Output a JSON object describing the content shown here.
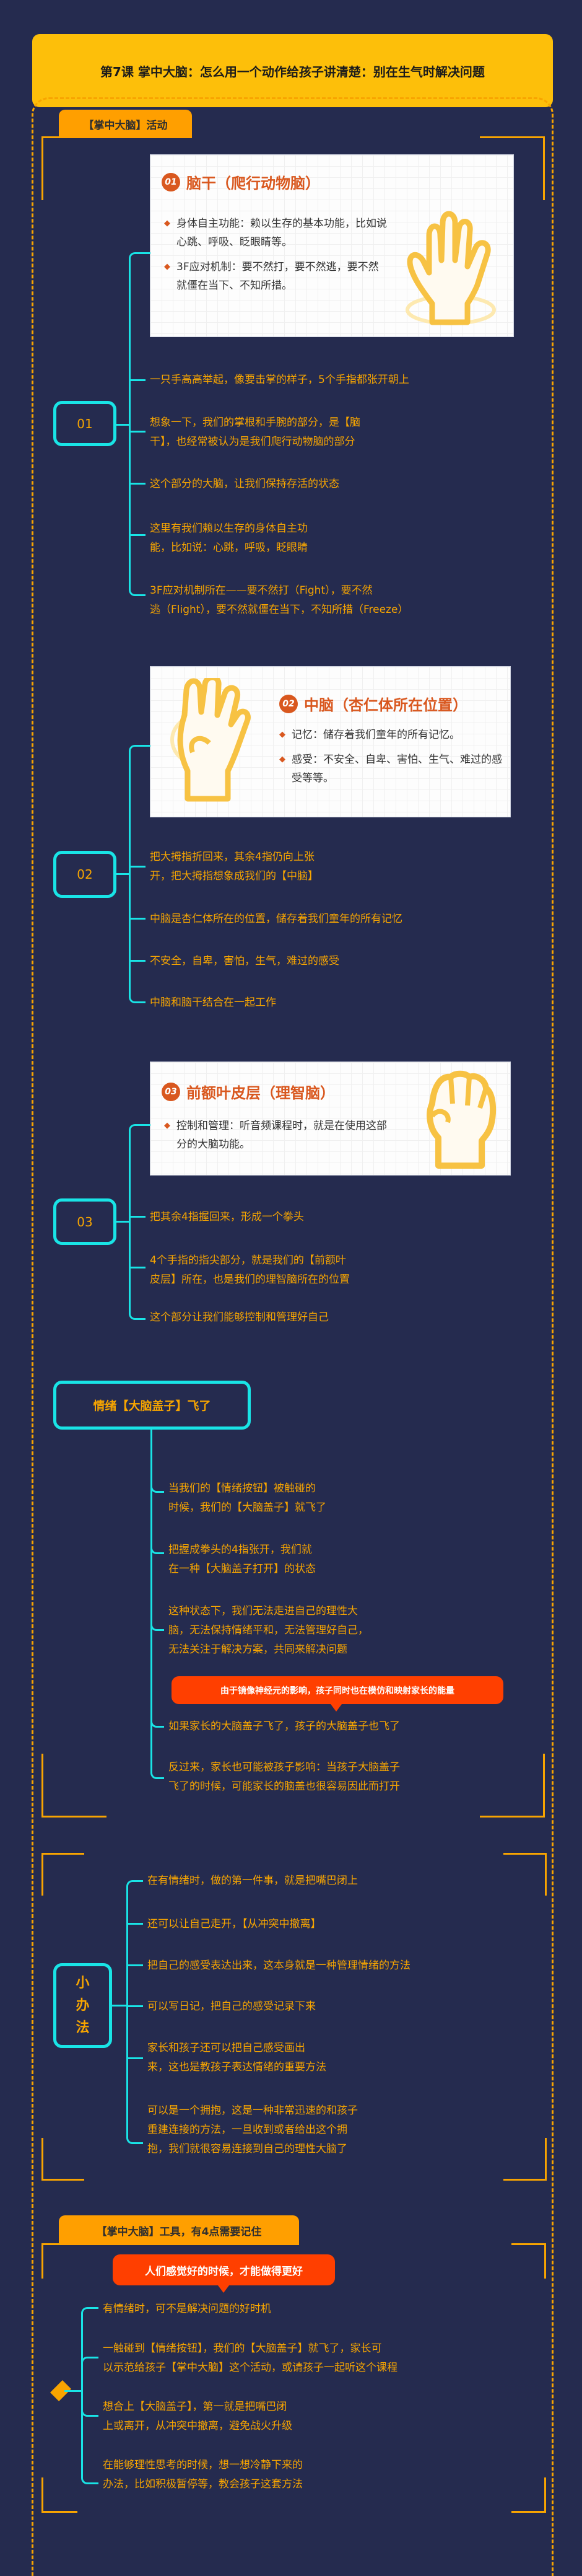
{
  "header": {
    "title": "第7课 掌中大脑：怎么用一个动作给孩子讲清楚：别在生气时解决问题"
  },
  "colors": {
    "background": "#252b4f",
    "title_bar": "#fdbf0a",
    "accent_orange": "#f7a500",
    "connector_cyan": "#19e4e6",
    "callout_red": "#ff3f00",
    "card_title": "#d9581f"
  },
  "section_activity": {
    "label": "【掌中大脑】活动",
    "groups": [
      {
        "node": "01",
        "card": {
          "number": "01",
          "title": "脑干（爬行动物脑）",
          "image": "open-hand-icon",
          "bullets": [
            "身体自主功能：赖以生存的基本功能，比如说心跳、呼吸、眨眼睛等。",
            "3F应对机制：要不然打，要不然逃，要不然就僵在当下、不知所措。"
          ]
        },
        "items": [
          "一只手高高举起，像要击掌的样子，5个手指都张开朝上",
          "想象一下，我们的掌根和手腕的部分，是【脑\n干】，也经常被认为是我们爬行动物脑的部分",
          "这个部分的大脑，让我们保持存活的状态",
          "这里有我们赖以生存的身体自主功\n能，比如说：心跳，呼吸，眨眼睛",
          "3F应对机制所在——要不然打（Fight），要不然\n逃（Flight），要不然就僵在当下，不知所措（Freeze）"
        ]
      },
      {
        "node": "02",
        "card": {
          "number": "02",
          "title": "中脑（杏仁体所在位置）",
          "image": "thumb-folded-hand-icon",
          "bullets": [
            "记忆：储存着我们童年的所有记忆。",
            "感受：不安全、自卑、害怕、生气、难过的感受等等。"
          ]
        },
        "items": [
          "把大拇指折回来，其余4指仍向上张\n开，把大拇指想象成我们的【中脑】",
          "中脑是杏仁体所在的位置，储存着我们童年的所有记忆",
          "不安全，自卑，害怕，生气，难过的感受",
          "中脑和脑干结合在一起工作"
        ]
      },
      {
        "node": "03",
        "card": {
          "number": "03",
          "title": "前额叶皮层（理智脑）",
          "image": "fist-icon",
          "bullets": [
            "控制和管理：听音频课程时，就是在使用这部分的大脑功能。"
          ]
        },
        "items": [
          "把其余4指握回来，形成一个拳头",
          "4个手指的指尖部分，就是我们的【前额叶\n皮层】所在，也是我们的理智脑所在的位置",
          "这个部分让我们能够控制和管理好自己"
        ]
      }
    ],
    "lid_flip": {
      "node": "情绪【大脑盖子】飞了",
      "items": [
        "当我们的【情绪按钮】被触碰的\n时候，我们的【大脑盖子】就飞了",
        "把握成拳头的4指张开，我们就\n在一种【大脑盖子打开】的状态",
        "这种状态下，我们无法走进自己的理性大\n脑，无法保持情绪平和，无法管理好自己，\n无法关注于解决方案，共同来解决问题",
        "如果家长的大脑盖子飞了，孩子的大脑盖子也飞了",
        "反过来，家长也可能被孩子影响：当孩子大脑盖子\n飞了的时候，可能家长的脑盖也很容易因此而打开"
      ],
      "callout": "由于镜像神经元的影响，孩子同时也在模仿和映射家长的能量"
    }
  },
  "section_tips": {
    "node": "小\n办\n法",
    "items": [
      "在有情绪时，做的第一件事，就是把嘴巴闭上",
      "还可以让自己走开，【从冲突中撤离】",
      "把自己的感受表达出来，这本身就是一种管理情绪的方法",
      "可以写日记，把自己的感受记录下来",
      "家长和孩子还可以把自己感受画出\n来，这也是教孩子表达情绪的重要方法",
      "可以是一个拥抱，这是一种非常迅速的和孩子\n重建连接的方法，一旦收到或者给出这个拥\n抱，我们就很容易连接到自己的理性大脑了"
    ]
  },
  "section_tool": {
    "label": "【掌中大脑】工具，有4点需要记住",
    "callout": "人们感觉好的时候，才能做得更好",
    "items": [
      "有情绪时，可不是解决问题的好时机",
      "一触碰到【情绪按钮】，我们的【大脑盖子】就飞了，家长可\n以示范给孩子【掌中大脑】这个活动，或请孩子一起听这个课程",
      "想合上【大脑盖子】，第一就是把嘴巴闭\n上或离开，从冲突中撤离，避免战火升级",
      "在能够理性思考的时候，想一想冷静下来的\n办法，比如积极暂停等，教会孩子这套方法"
    ]
  }
}
